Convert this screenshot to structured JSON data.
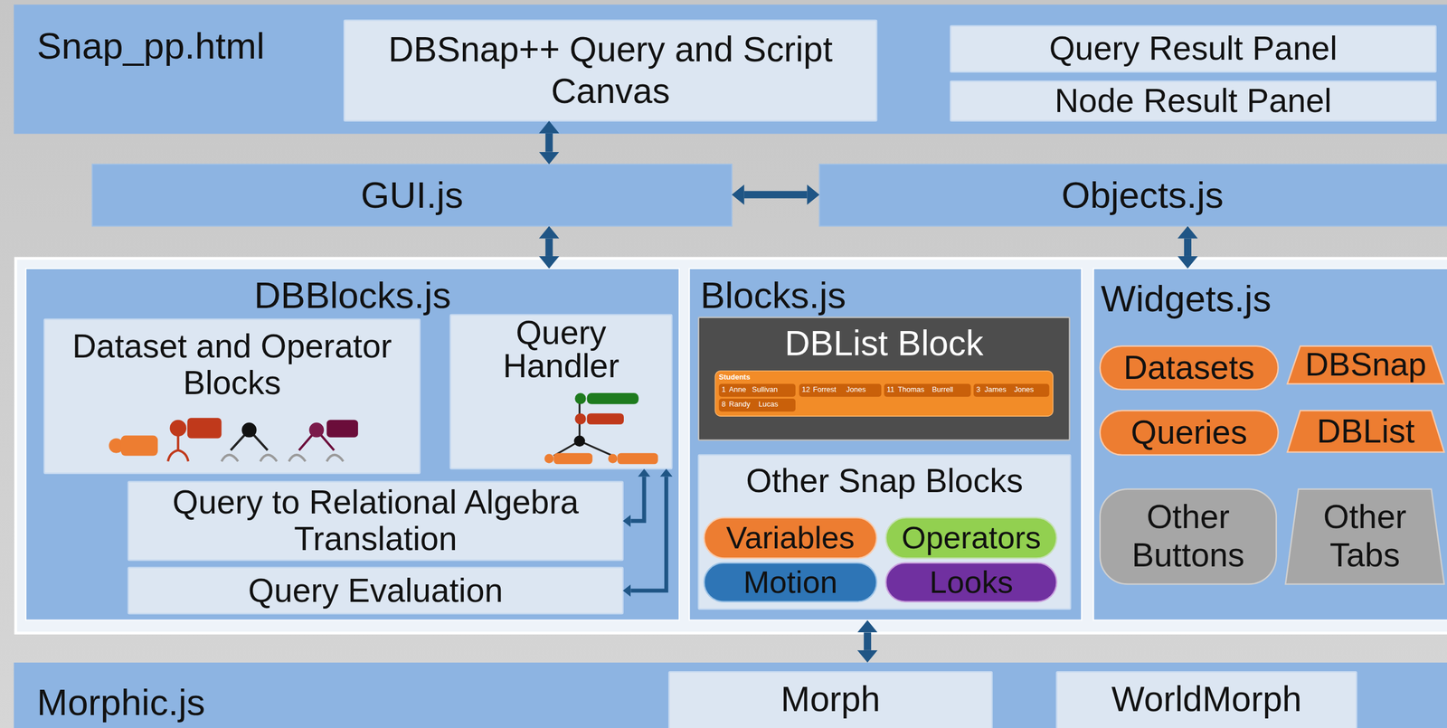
{
  "diagram": {
    "nodes": [
      {
        "text": [
          "Snap_pp.html"
        ]
      },
      {
        "text": [
          "DBSnap++ Query and Script Canvas"
        ],
        "in": 0
      },
      {
        "text": [
          "Query Result Panel"
        ],
        "in": 0
      },
      {
        "text": [
          "Node Result Panel"
        ],
        "in": 0
      },
      {
        "text": [
          "GUI.js"
        ]
      },
      {
        "text": [
          "Objects.js"
        ]
      },
      {
        "text": [
          "DBBlocks.js"
        ]
      },
      {
        "text": [
          "Dataset and Operator Blocks"
        ],
        "in": 6
      },
      {
        "text": [
          "Query Handler"
        ],
        "in": 6
      },
      {
        "text": [
          "Query to Relational Algebra Translation"
        ],
        "in": 6
      },
      {
        "text": [
          "Query Evaluation"
        ],
        "in": 6
      },
      {
        "text": [
          "Blocks.js"
        ]
      },
      {
        "text": [
          "DBList Block"
        ],
        "in": 11
      },
      {
        "text": [
          "Other Snap Blocks"
        ],
        "in": 11
      },
      {
        "text": [
          "Variables"
        ],
        "in": 13
      },
      {
        "text": [
          "Operators"
        ],
        "in": 13
      },
      {
        "text": [
          "Motion"
        ],
        "in": 13
      },
      {
        "text": [
          "Looks"
        ],
        "in": 13
      },
      {
        "text": [
          "Widgets.js"
        ]
      },
      {
        "text": [
          "Datasets"
        ],
        "in": 18
      },
      {
        "text": [
          "DBSnap"
        ],
        "in": 18
      },
      {
        "text": [
          "Queries"
        ],
        "in": 18
      },
      {
        "text": [
          "DBList"
        ],
        "in": 18
      },
      {
        "text": [
          "Other Buttons"
        ],
        "in": 18
      },
      {
        "text": [
          "Other Tabs"
        ],
        "in": 18
      },
      {
        "text": [
          "Morphic.js"
        ]
      },
      {
        "text": [
          "Morph"
        ],
        "in": 25
      },
      {
        "text": [
          "WorldMorph"
        ],
        "in": 25
      }
    ],
    "edges": [
      {
        "from": 1,
        "to": 4,
        "arrow": "both"
      },
      {
        "from": 4,
        "to": 5,
        "arrow": "both"
      },
      {
        "from": 4,
        "to": 6,
        "arrow": "both"
      },
      {
        "from": 5,
        "to": 18,
        "arrow": "both"
      },
      {
        "from": 8,
        "to": 9,
        "arrow": "both"
      },
      {
        "from": 8,
        "to": 10,
        "arrow": "both"
      },
      {
        "from": 11,
        "to": 25,
        "arrow": "both"
      }
    ],
    "labels": [
      "Students",
      "1",
      "Anne",
      "Sullivan",
      "12",
      "Forrest",
      "Jones",
      "11",
      "Thomas",
      "Burrell",
      "3",
      "James",
      "Jones",
      "8",
      "Randy",
      "Lucas"
    ]
  }
}
